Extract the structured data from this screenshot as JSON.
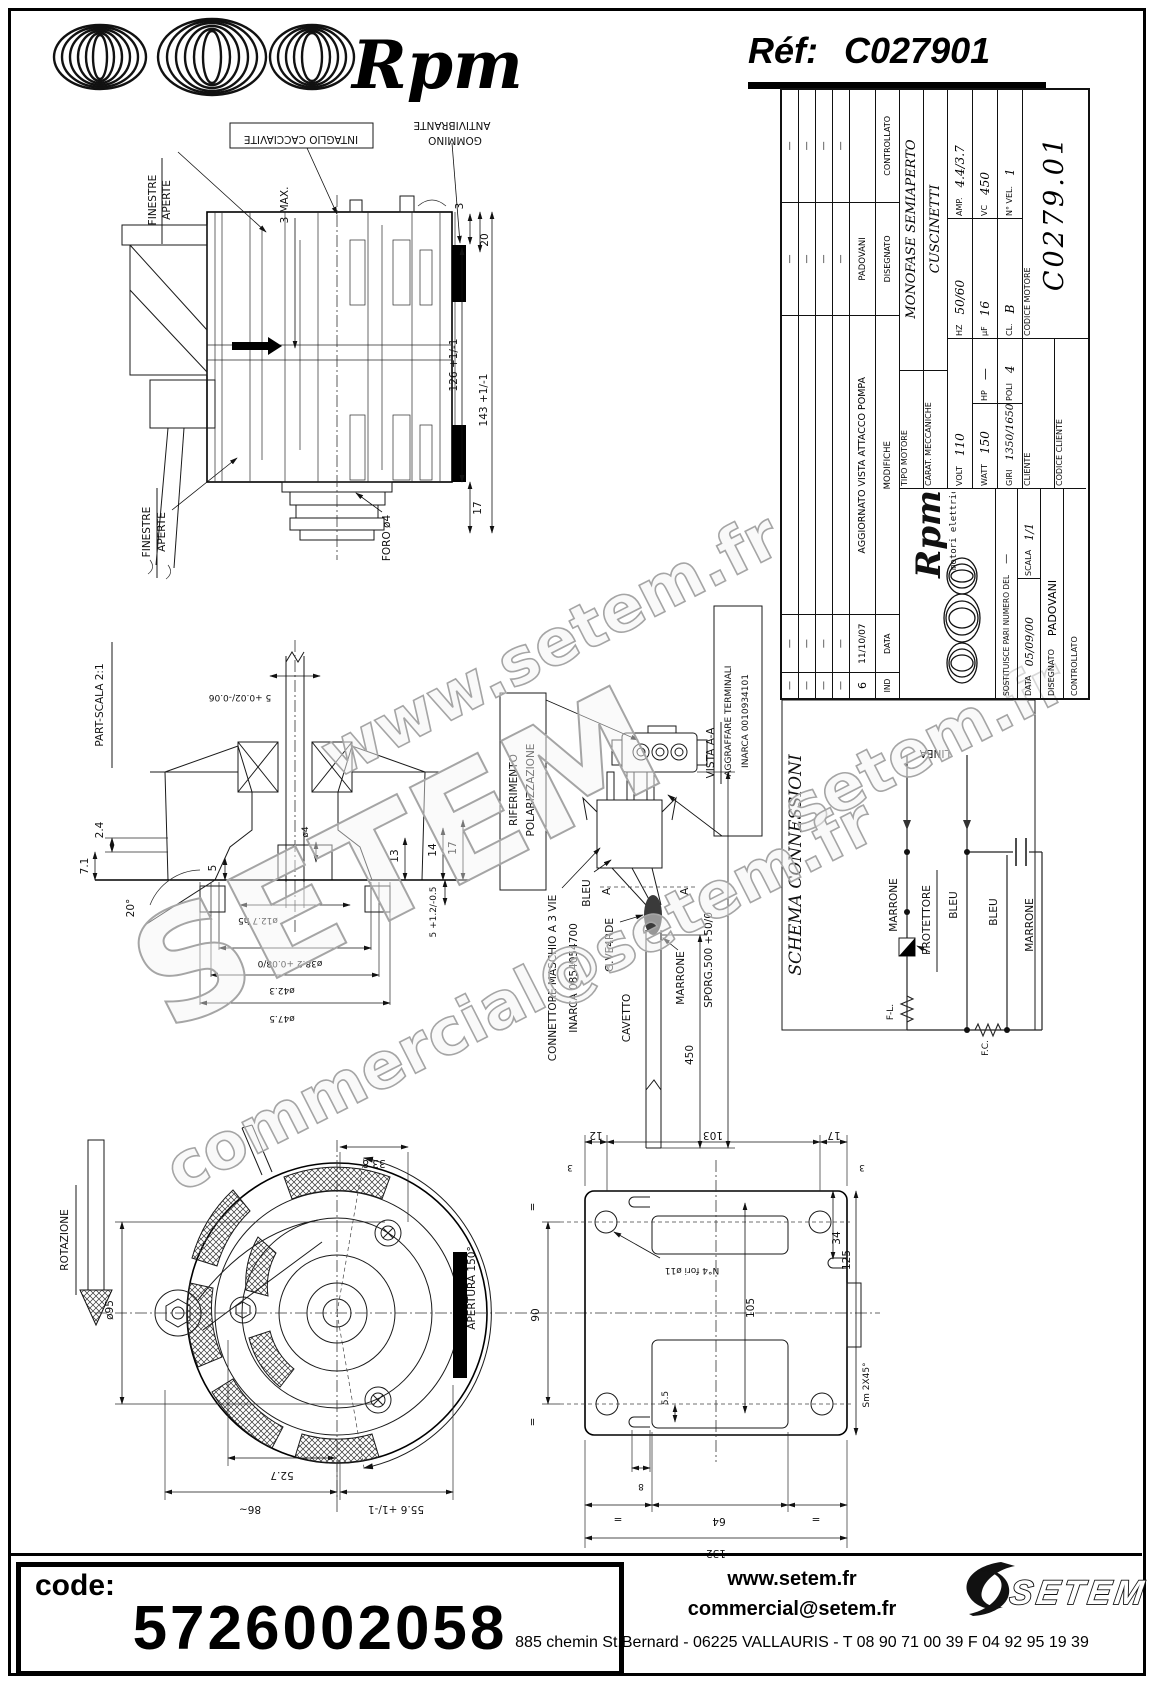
{
  "header": {
    "brand": "Rpm",
    "ref_label": "Réf:",
    "ref_value": "C027901"
  },
  "title_block": {
    "revision": {
      "dash": "—",
      "rev": {
        "ind": "6",
        "date": "11/10/07",
        "text": "AGGIORNATO VISTA ATTACCO POMPA",
        "by": "PADOVANI"
      },
      "headers": {
        "ind": "IND",
        "date": "DATA",
        "mod": "MODIFICHE",
        "dis": "DISEGNATO",
        "con": "CONTROLLATO"
      }
    },
    "logo": {
      "brand": "Rpm",
      "subtitle": "motori elettrici"
    },
    "sostituisce_label": "SOSTITUISCE PARI NUMERO DEL",
    "sostituisce_value": "—",
    "data_label": "DATA",
    "data_value": "05/09/00",
    "scala_label": "SCALA",
    "scala_value": "1/1",
    "disegnato_label": "DISEGNATO",
    "disegnato_value": "PADOVANI",
    "controllato_label": "CONTROLLATO",
    "tipo_motore_label": "TIPO MOTORE",
    "tipo_motore": "MONOFASE SEMIAPERTO",
    "carat_label": "CARAT. MECCANICHE",
    "carat": "CUSCINETTI",
    "volt_label": "VOLT",
    "volt": "110",
    "hz_label": "HZ",
    "hz": "50/60",
    "amp_label": "AMP.",
    "amp": "4.4/3.7",
    "watt_label": "WATT",
    "watt": "150",
    "hp_label": "HP",
    "hp": "—",
    "uf_label": "μF",
    "uf": "16",
    "vc_label": "VC",
    "vc": "450",
    "giri_label": "GIRI",
    "giri": "1350/1650",
    "poli_label": "POLI",
    "poli": "4",
    "cl_label": "CL.",
    "cl": "B",
    "nvel_label": "N° VEL.",
    "nvel": "1",
    "cliente_label": "CLIENTE",
    "codice_cliente_label": "CODICE CLIENTE",
    "codice_motore_label": "CODICE MOTORE",
    "codice_motore": "C0279.01"
  },
  "views": {
    "side": {
      "finestre_top": "FINESTRE",
      "aperte_top": "APERTE",
      "intaglio": "INTAGLIO CACCIAVITE",
      "gommino": "GOMMINO",
      "antivibrante": "ANTIVIBRANTE",
      "max3": "3 MAX.",
      "d3": "3",
      "d20": "20",
      "d17": "17",
      "d126": "126 +1/-1",
      "d143": "143 +1/-1",
      "finestre_bot": "FINESTRE",
      "aperte_bot": "APERTE",
      "foro": "FORO ø4"
    },
    "part": {
      "title": "PART-SCALA 2:1",
      "d5tol": "5 +0.02/-0.06",
      "d24": "2.4",
      "d71": "7.1",
      "a20": "20°",
      "d5": "5",
      "dia4": "ø4",
      "d13": "13",
      "d14": "14",
      "d17": "17",
      "d5tol2": "5 +1.2/-0.5",
      "dia127": "ø12.7 h5",
      "dia382": "ø38.2 +0.08/0",
      "dia423": "ø42.3",
      "dia475": "ø47.5"
    },
    "conn": {
      "rif1": "RIFERIMENTO",
      "rif2": "POLARIZZAZIONE",
      "vista": "VISTA A-A",
      "aggr1": "AGGRAFFARE TERMINALI",
      "aggr2": "INARCA 0010934101",
      "conn1": "CONNETTORE MASCHIO A 3 VIE",
      "conn2": "INARCA 0854054700",
      "bleu": "BLEU",
      "gverde": "G.VE4RDE",
      "marrone": "MARRONE",
      "cavetto": "CAVETTO",
      "a": "A",
      "sporg": "SPORG.500 +50/0",
      "d450": "450"
    },
    "front": {
      "rotazione": "ROTAZIONE",
      "dia95": "ø95",
      "d338": "33.8",
      "apertura": "APERTURA 150°",
      "d527": "52.7",
      "d86": "86~",
      "d556": "55.6 +1/-1"
    },
    "plate": {
      "d12": "12",
      "d103": "103",
      "d17": "17",
      "d3": "3",
      "d90": "90",
      "d105": "105",
      "d34": "34",
      "d125": "125",
      "d55": "5.5",
      "d8": "8",
      "d64": "64",
      "d132": "132",
      "eq": "=",
      "fori": "N°4 fori ø11",
      "sm": "Sm 2X45°"
    }
  },
  "schema": {
    "title": "SCHEMA CONNESSIONI",
    "linea": "LINEA",
    "marrone1": "MARRONE",
    "protettore": "PROTETTORE",
    "bleu1": "BLEU",
    "bleu2": "BLEU",
    "marrone2": "MARRONE",
    "fl": "F-L.",
    "fc": "F.C."
  },
  "watermarks": [
    "www.setem.fr",
    "SETEM",
    "commercial@setem.fr",
    "setem.fr"
  ],
  "footer": {
    "code_label": "code:",
    "code": "5726002058",
    "website": "www.setem.fr",
    "email": "commercial@setem.fr",
    "address": "885 chemin St.Bernard  -  06225 VALLAURIS  -  T 08 90 71 00 39   F 04 92 95 19 39",
    "brand": "SETEM"
  }
}
